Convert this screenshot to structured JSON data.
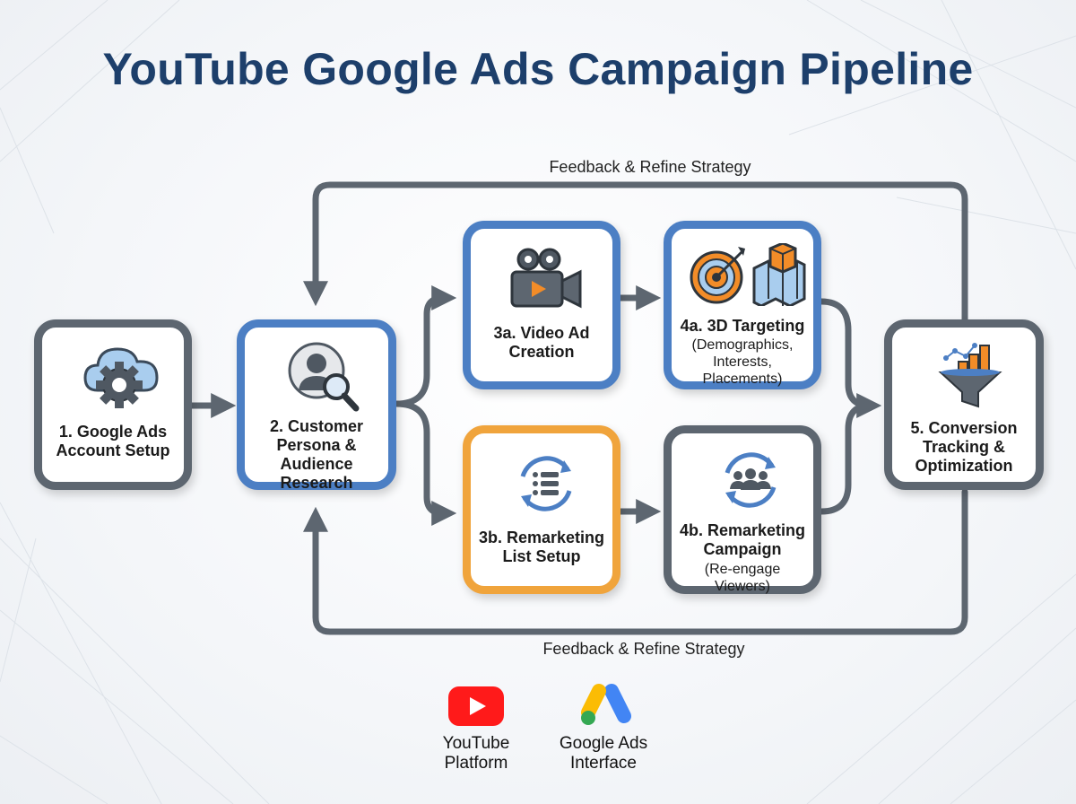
{
  "title": "YouTube Google Ads Campaign Pipeline",
  "feedback": {
    "top": "Feedback & Refine Strategy",
    "bottom": "Feedback & Refine Strategy"
  },
  "nodes": {
    "account_setup": {
      "label": "1. Google Ads\nAccount Setup"
    },
    "persona": {
      "label": "2. Customer\nPersona &\nAudience Research"
    },
    "video_ad": {
      "label": "3a. Video Ad\nCreation"
    },
    "remarketing_list": {
      "label": "3b. Remarketing\nList Setup"
    },
    "targeting": {
      "label": "4a. 3D Targeting",
      "sub": "(Demographics,\nInterests,\nPlacements)"
    },
    "remarketing_campaign": {
      "label": "4b. Remarketing\nCampaign",
      "sub": "(Re-engage\nViewers)"
    },
    "conversion": {
      "label": "5. Conversion\nTracking &\nOptimization"
    }
  },
  "platforms": {
    "youtube": "YouTube\nPlatform",
    "google_ads": "Google Ads\nInterface"
  },
  "colors": {
    "title": "#1d3f6b",
    "gray_border": "#5d6670",
    "blue_border": "#4c7fc4",
    "orange_border": "#f0a43c",
    "arrow": "#5d6670"
  }
}
